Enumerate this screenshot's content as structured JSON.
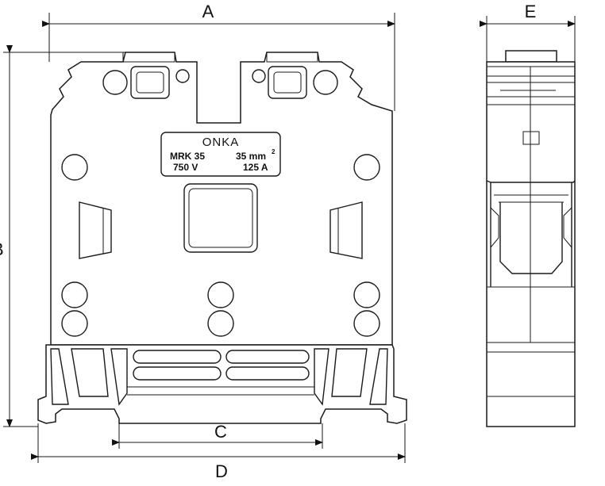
{
  "dimensions": {
    "a": "A",
    "b": "B",
    "c": "C",
    "d": "D",
    "e": "E"
  },
  "label_plate": {
    "brand": "ONKA",
    "model": "MRK 35",
    "cross_section": "35 mm",
    "cross_section_sup": "2",
    "voltage": "750 V",
    "current": "125 A"
  }
}
